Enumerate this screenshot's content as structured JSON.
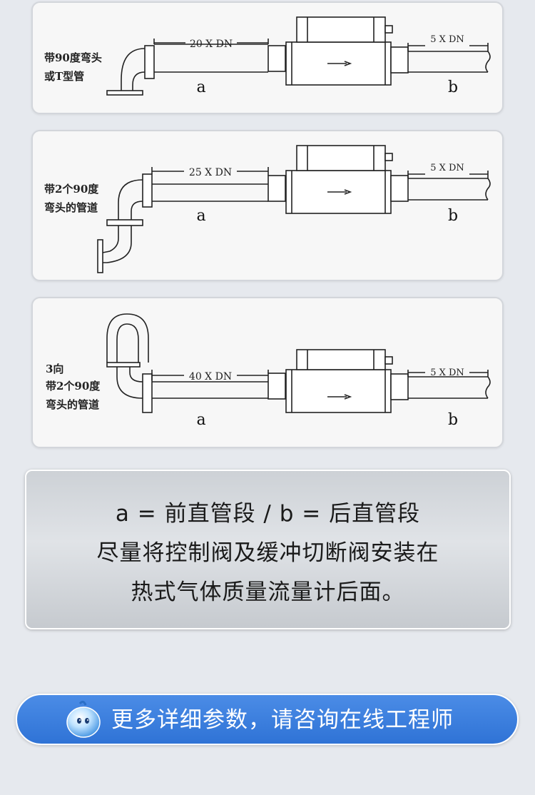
{
  "diagrams": [
    {
      "fitting_label_lines": [
        "带90度弯头",
        "或T型管"
      ],
      "upstream_length": "20 X DN",
      "downstream_length": "5 X DN",
      "upstream_segment": "a",
      "downstream_segment": "b"
    },
    {
      "fitting_label_lines": [
        "带2个90度",
        "弯头的管道"
      ],
      "upstream_length": "25 X DN",
      "downstream_length": "5 X DN",
      "upstream_segment": "a",
      "downstream_segment": "b"
    },
    {
      "fitting_label_lines": [
        "3向",
        "带2个90度",
        "弯头的管道"
      ],
      "upstream_length": "40 X DN",
      "downstream_length": "5 X DN",
      "upstream_segment": "a",
      "downstream_segment": "b"
    }
  ],
  "note": {
    "line1": "a = 前直管段  /  b = 后直管段",
    "line2": "尽量将控制阀及缓冲切断阀安装在",
    "line3": "热式气体质量流量计后面。"
  },
  "cta": {
    "label": "更多详细参数，请咨询在线工程师",
    "icon": "mascot-icon"
  }
}
